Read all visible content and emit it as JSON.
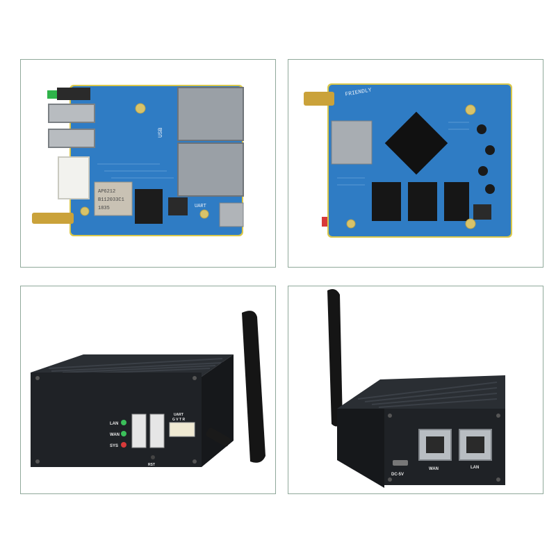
{
  "panels": {
    "board_top": {
      "chip_text": [
        "AP6212",
        "B112033C1",
        "1835"
      ],
      "labels": {
        "usb": "USB",
        "uart": "UART"
      }
    },
    "board_bottom": {
      "brand": "FRIENDLY"
    },
    "case_front": {
      "labels": {
        "lan": "LAN",
        "wan": "WAN",
        "sys": "SYS",
        "rst": "RST",
        "uart": "UART",
        "pins": "G V T R"
      }
    },
    "case_back": {
      "labels": {
        "dc": "DC-5V",
        "wan": "WAN",
        "lan": "LAN"
      }
    }
  },
  "colors": {
    "pcb": "#2f7cc4",
    "pcb_edge": "#d9c74a",
    "case": "#1f2226",
    "frame": "#8fa89a"
  }
}
